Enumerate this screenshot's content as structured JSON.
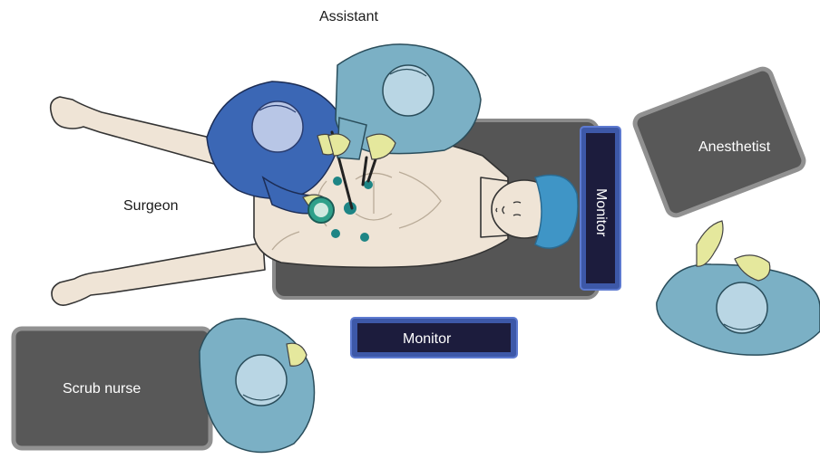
{
  "roles": {
    "assistant": "Assistant",
    "surgeon": "Surgeon",
    "anesthetist": "Anesthetist",
    "scrub_nurse": "Scrub nurse"
  },
  "equipment": {
    "monitor_side": "Monitor",
    "monitor_bottom": "Monitor"
  },
  "colors": {
    "table": "#555555",
    "table_border": "#8a8a8a",
    "skin": "#efe4d6",
    "skin_outline": "#333333",
    "surgeon_gown": "#3b67b5",
    "staff_gown": "#7bb0c5",
    "cap": "#b9d6e4",
    "surgeon_cap": "#b8c6e6",
    "glove": "#e5e89d",
    "patient_cap": "#3f95c6",
    "monitor_frame": "#3d58a8",
    "monitor_screen": "#1c1c3d",
    "port": "#1e8585"
  }
}
